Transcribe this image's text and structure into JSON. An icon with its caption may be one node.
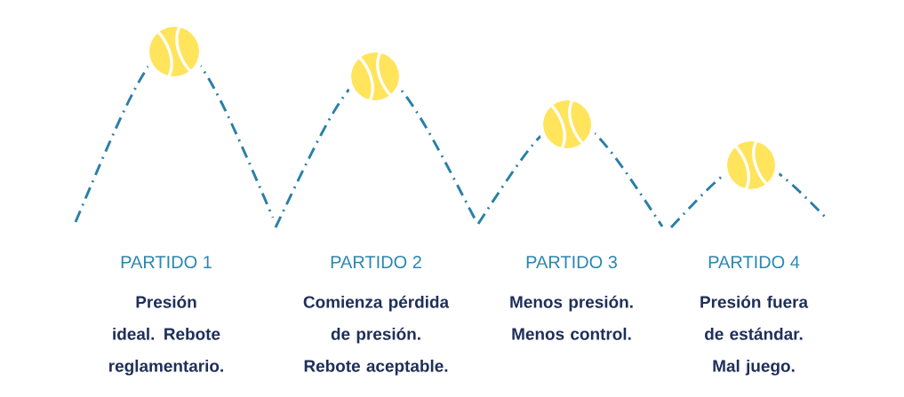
{
  "diagram": {
    "labels": [
      "PARTIDO 1",
      "Presión ideal. Rebote reglamentario.",
      "PARTIDO 2",
      "Comienza pérdida de presión. Rebote aceptable.",
      "PARTIDO 3",
      "Menos presión. Menos control.",
      "PARTIDO 4",
      "Presión fuera de estándar. Mal juego."
    ]
  }
}
